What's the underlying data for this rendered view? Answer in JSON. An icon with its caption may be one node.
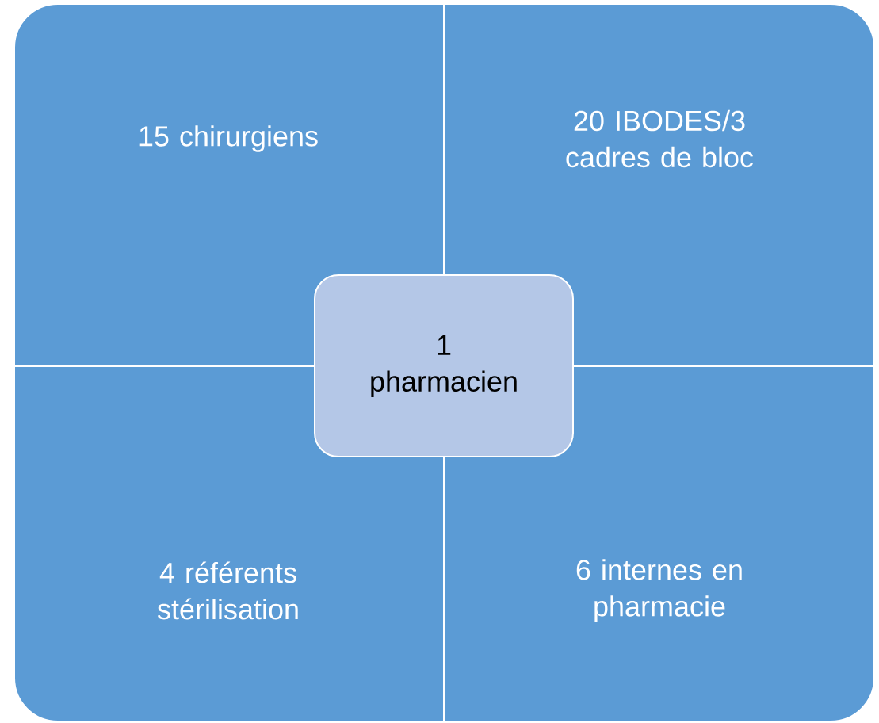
{
  "diagram": {
    "nodes": [
      {
        "text": [
          "15 chirurgiens"
        ]
      },
      {
        "text": [
          "20 IBODES/3 cadres de bloc"
        ]
      },
      {
        "text": [
          "1 pharmacien"
        ]
      },
      {
        "text": [
          "4 référents stérilisation"
        ]
      },
      {
        "text": [
          "6 internes en pharmacie"
        ]
      }
    ]
  }
}
